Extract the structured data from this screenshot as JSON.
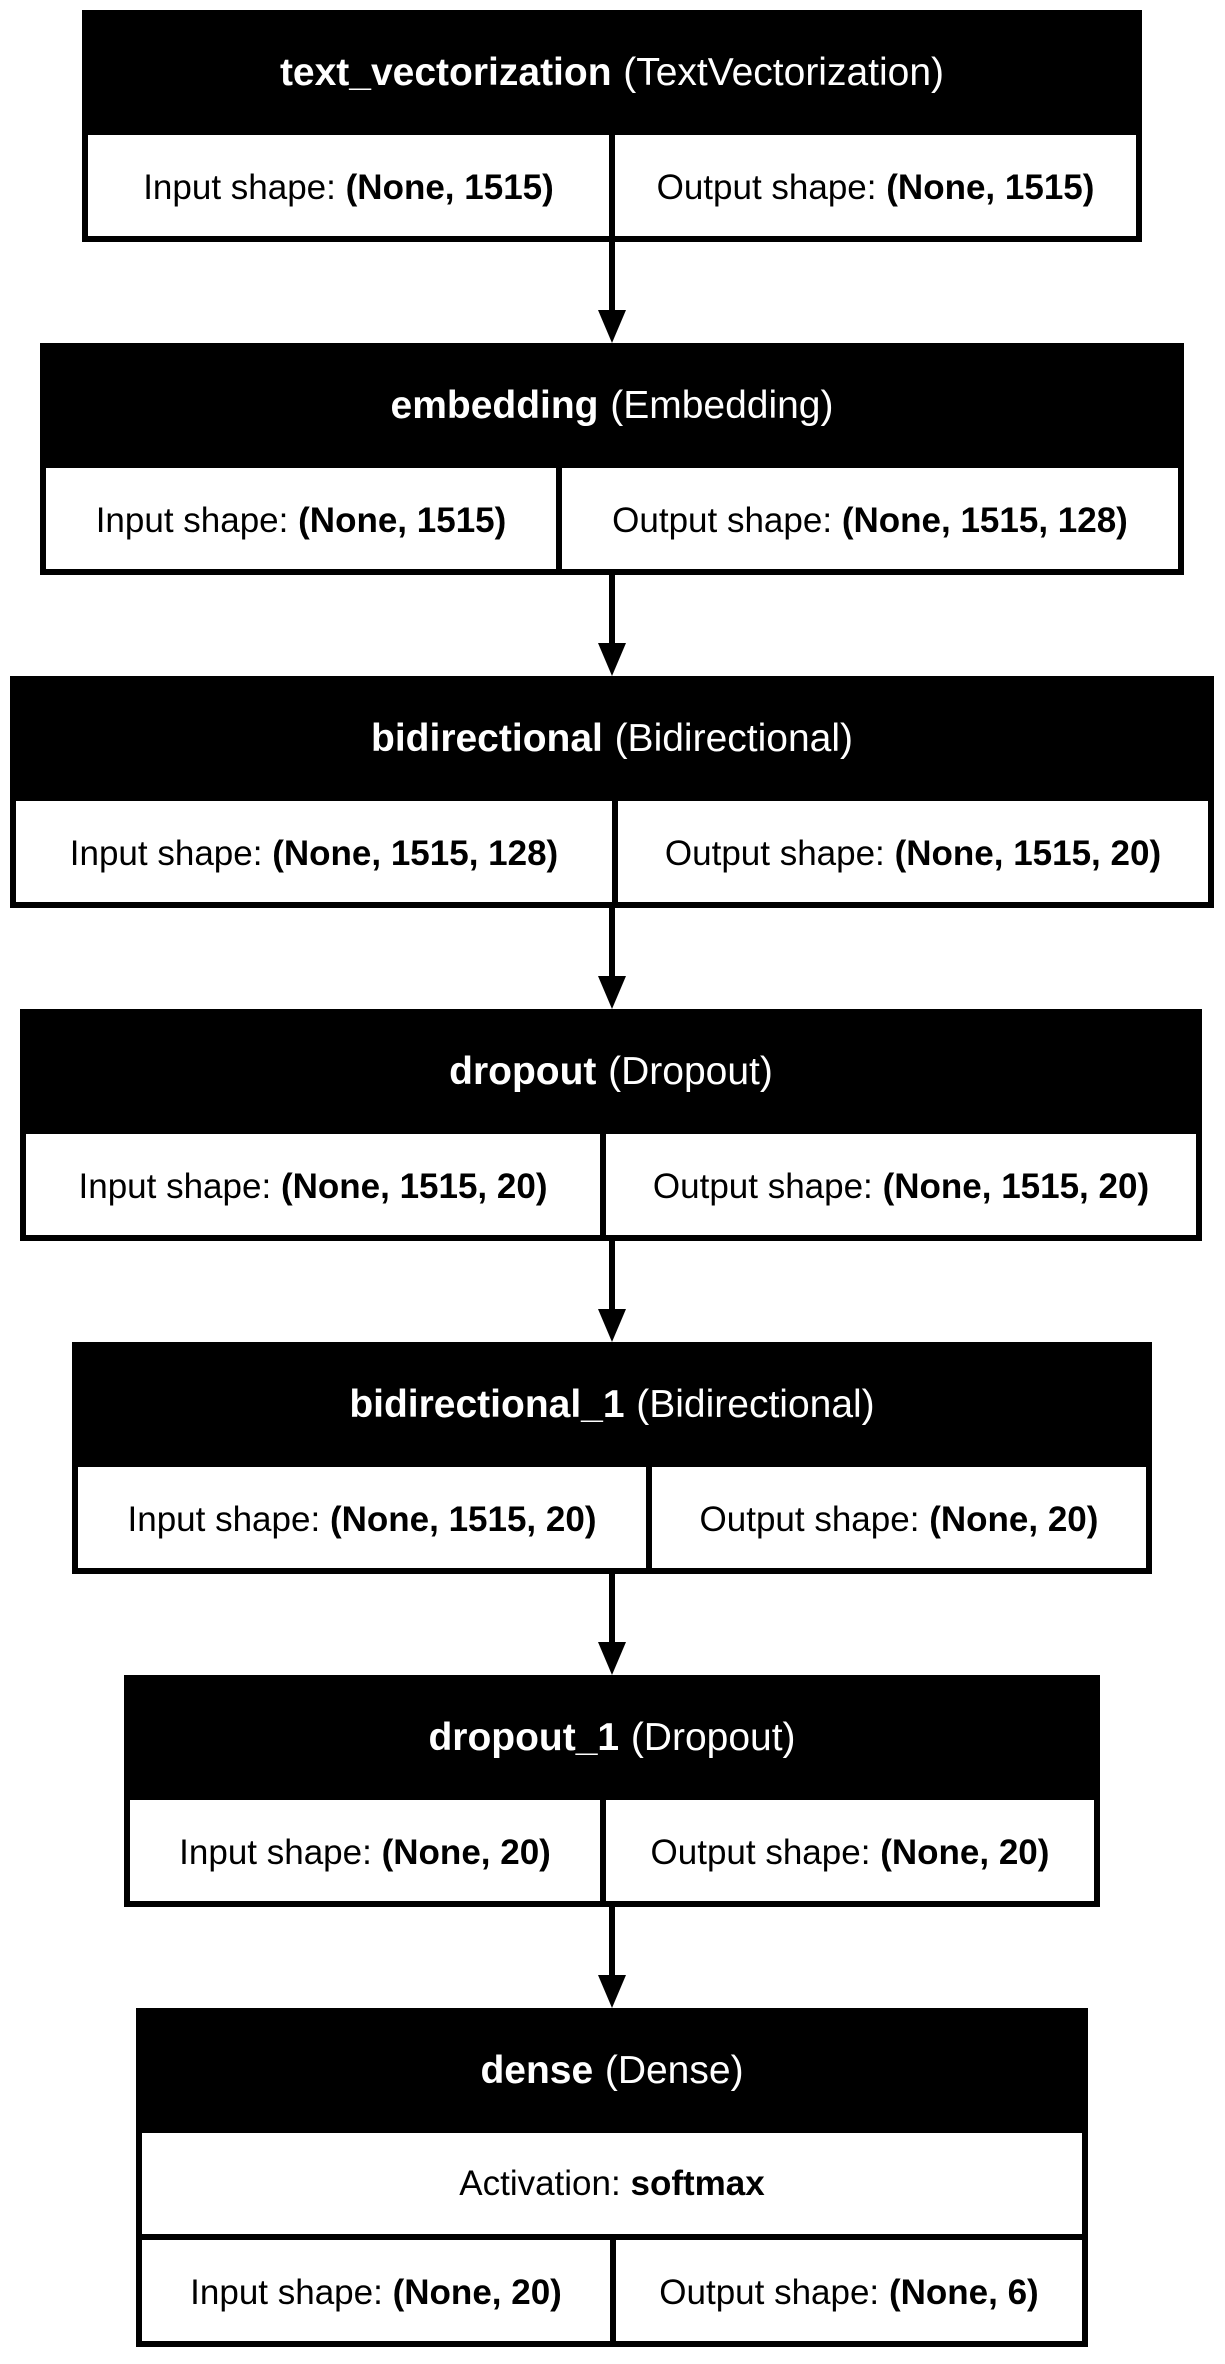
{
  "layers": [
    {
      "name": "text_vectorization",
      "type": "(TextVectorization)",
      "input_label": "Input shape:",
      "input_shape": "(None, 1515)",
      "output_label": "Output shape:",
      "output_shape": "(None, 1515)"
    },
    {
      "name": "embedding",
      "type": "(Embedding)",
      "input_label": "Input shape:",
      "input_shape": "(None, 1515)",
      "output_label": "Output shape:",
      "output_shape": "(None, 1515, 128)"
    },
    {
      "name": "bidirectional",
      "type": "(Bidirectional)",
      "input_label": "Input shape:",
      "input_shape": "(None, 1515, 128)",
      "output_label": "Output shape:",
      "output_shape": "(None, 1515, 20)"
    },
    {
      "name": "dropout",
      "type": "(Dropout)",
      "input_label": "Input shape:",
      "input_shape": "(None, 1515, 20)",
      "output_label": "Output shape:",
      "output_shape": "(None, 1515, 20)"
    },
    {
      "name": "bidirectional_1",
      "type": "(Bidirectional)",
      "input_label": "Input shape:",
      "input_shape": "(None, 1515, 20)",
      "output_label": "Output shape:",
      "output_shape": "(None, 20)"
    },
    {
      "name": "dropout_1",
      "type": "(Dropout)",
      "input_label": "Input shape:",
      "input_shape": "(None, 20)",
      "output_label": "Output shape:",
      "output_shape": "(None, 20)"
    },
    {
      "name": "dense",
      "type": "(Dense)",
      "activation_label": "Activation:",
      "activation": "softmax",
      "input_label": "Input shape:",
      "input_shape": "(None, 20)",
      "output_label": "Output shape:",
      "output_shape": "(None, 6)"
    }
  ]
}
